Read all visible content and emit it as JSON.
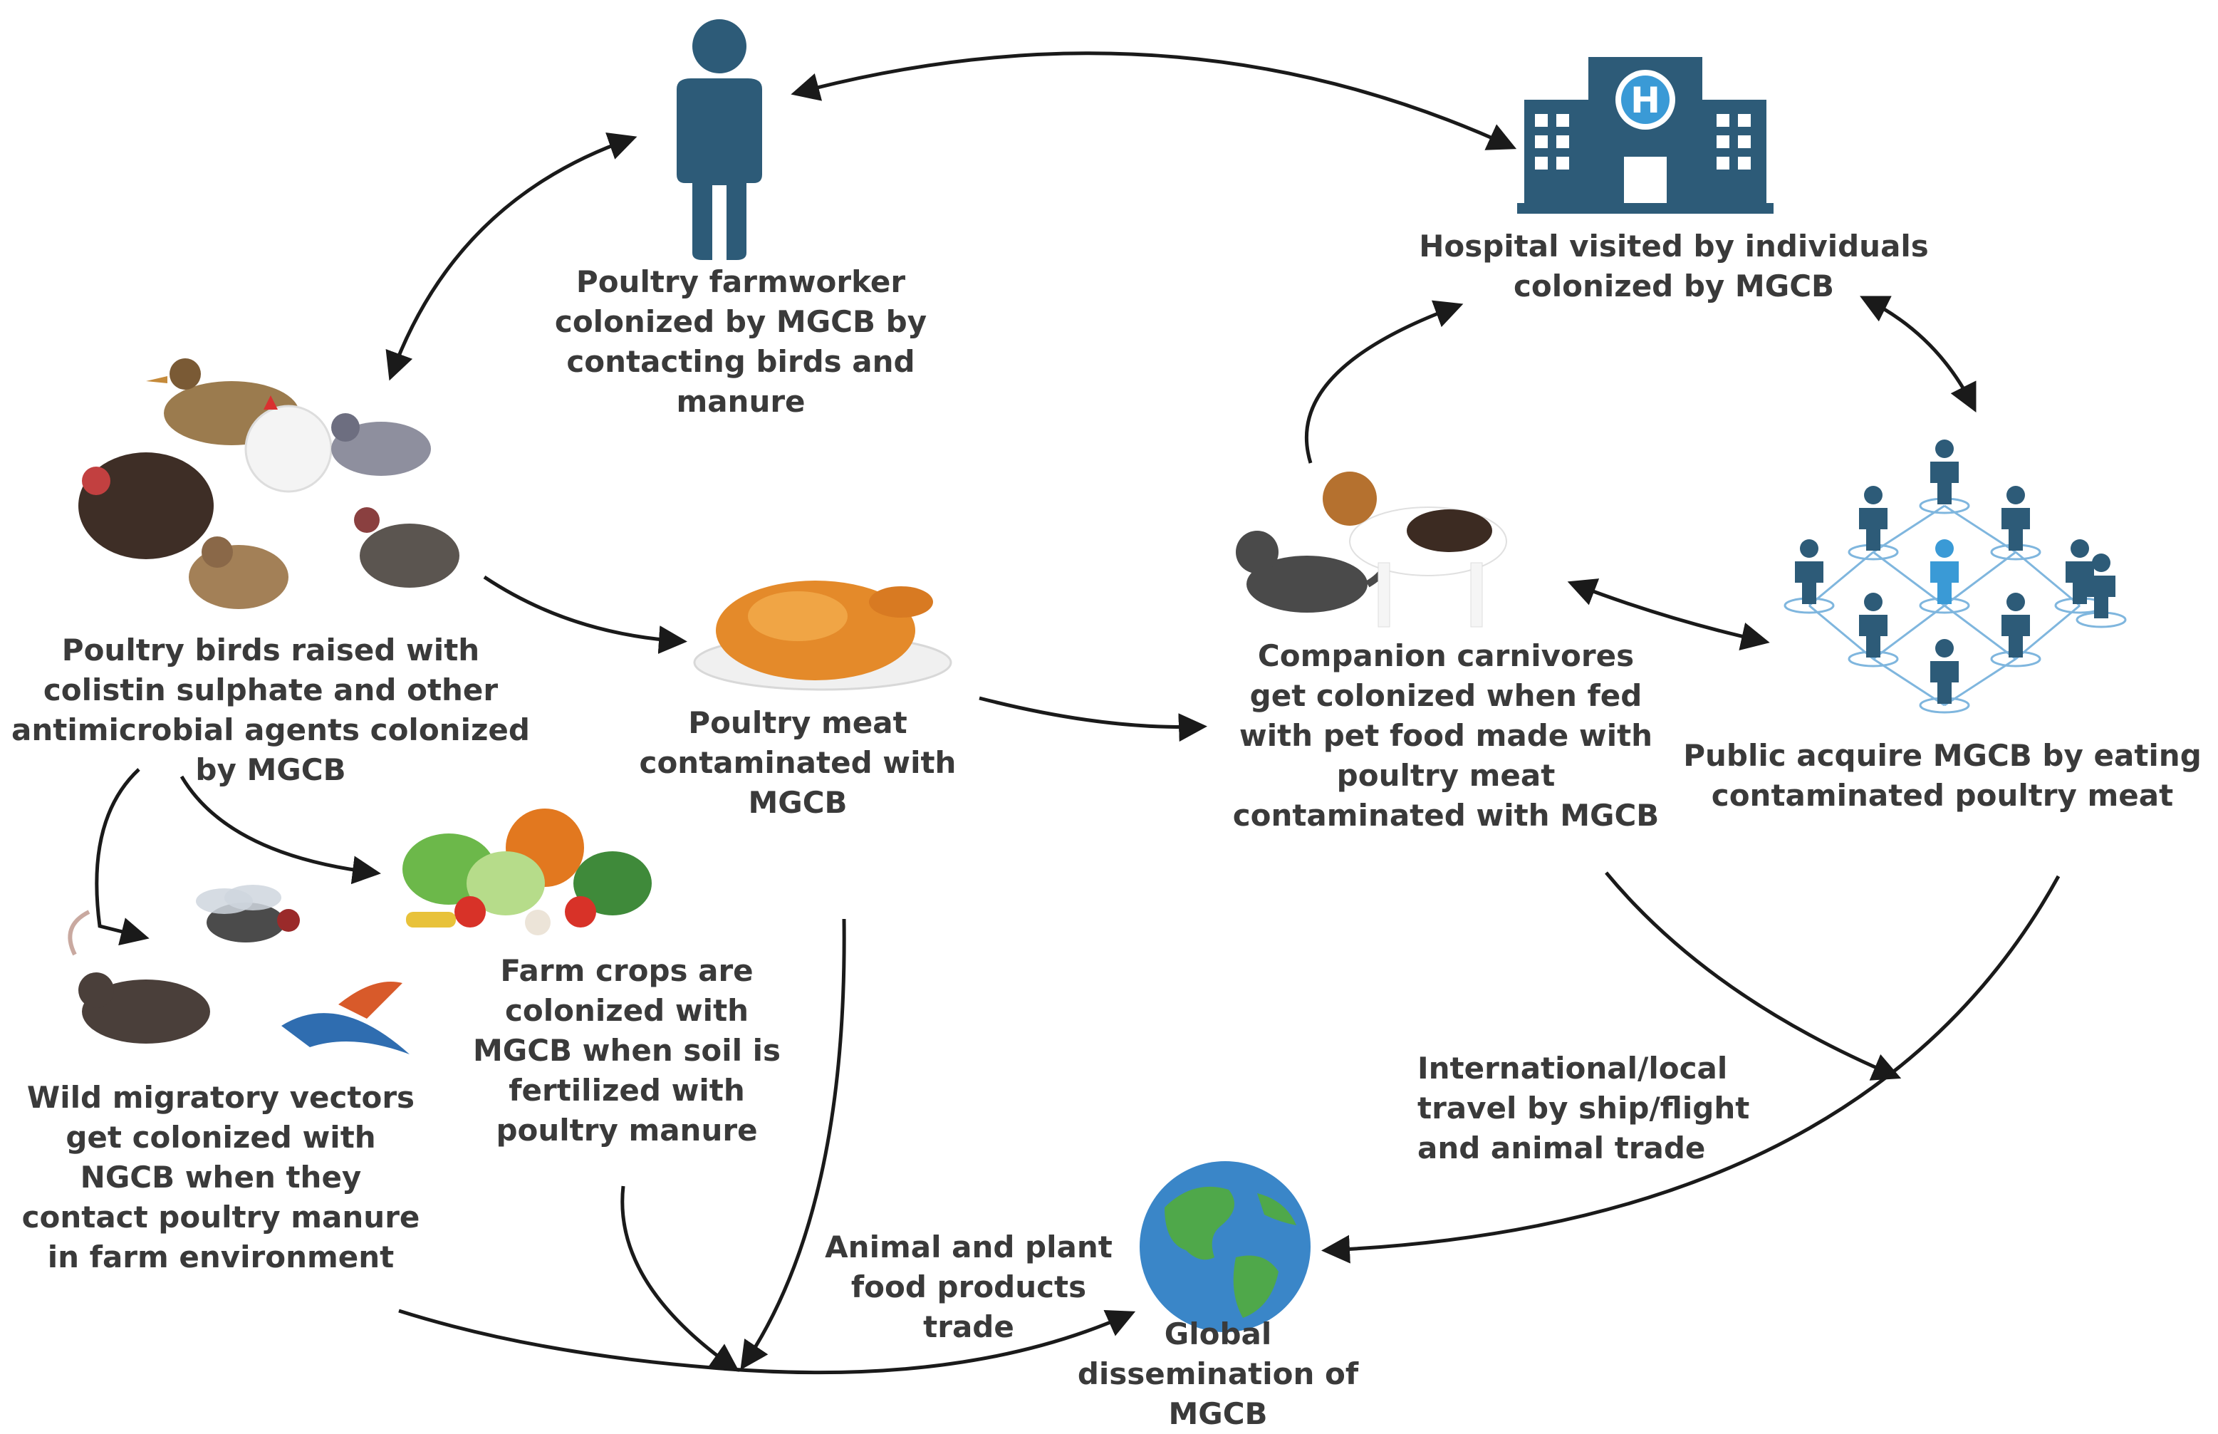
{
  "colors": {
    "person": "#2d5b78",
    "hospital": "#2d5b78",
    "hospital_badge": "#3a9ad6",
    "arrow": "#1a1a1a",
    "text": "#3a3a3a",
    "ocean": "#3a86c8",
    "land": "#4fa84a"
  },
  "icons": {
    "farmworker": "person-icon",
    "hospital": "hospital-icon",
    "poultry": "poultry-birds-icon",
    "meat": "roast-chicken-icon",
    "pets": "cat-and-dog-icon",
    "public": "people-network-icon",
    "crops": "vegetables-icon",
    "vectors": "rat-fly-bird-icon",
    "globe": "globe-icon"
  },
  "hospital_badge_letter": "H",
  "labels": {
    "farmworker": "Poultry farmworker\ncolonized by MGCB by\ncontacting birds and\nmanure",
    "hospital": "Hospital  visited by individuals\ncolonized by MGCB",
    "poultry": "Poultry birds raised with\ncolistin sulphate and other\nantimicrobial agents colonized\nby MGCB",
    "meat": "Poultry meat\ncontaminated with\nMGCB",
    "companion": "Companion carnivores\nget colonized when  fed\nwith pet food made with\npoultry meat\ncontaminated with MGCB",
    "public": "Public acquire MGCB by eating\ncontaminated poultry meat",
    "crops": "Farm crops are\ncolonized with\nMGCB when soil is\nfertilized with\npoultry manure",
    "vectors": "Wild migratory vectors\nget colonized with\nNGCB when they\ncontact poultry manure\nin farm environment",
    "travel": "International/local\ntravel by ship/flight\nand animal trade",
    "trade": "Animal and plant\nfood  products\ntrade",
    "global": "Global\ndissemination of\nMGCB"
  }
}
